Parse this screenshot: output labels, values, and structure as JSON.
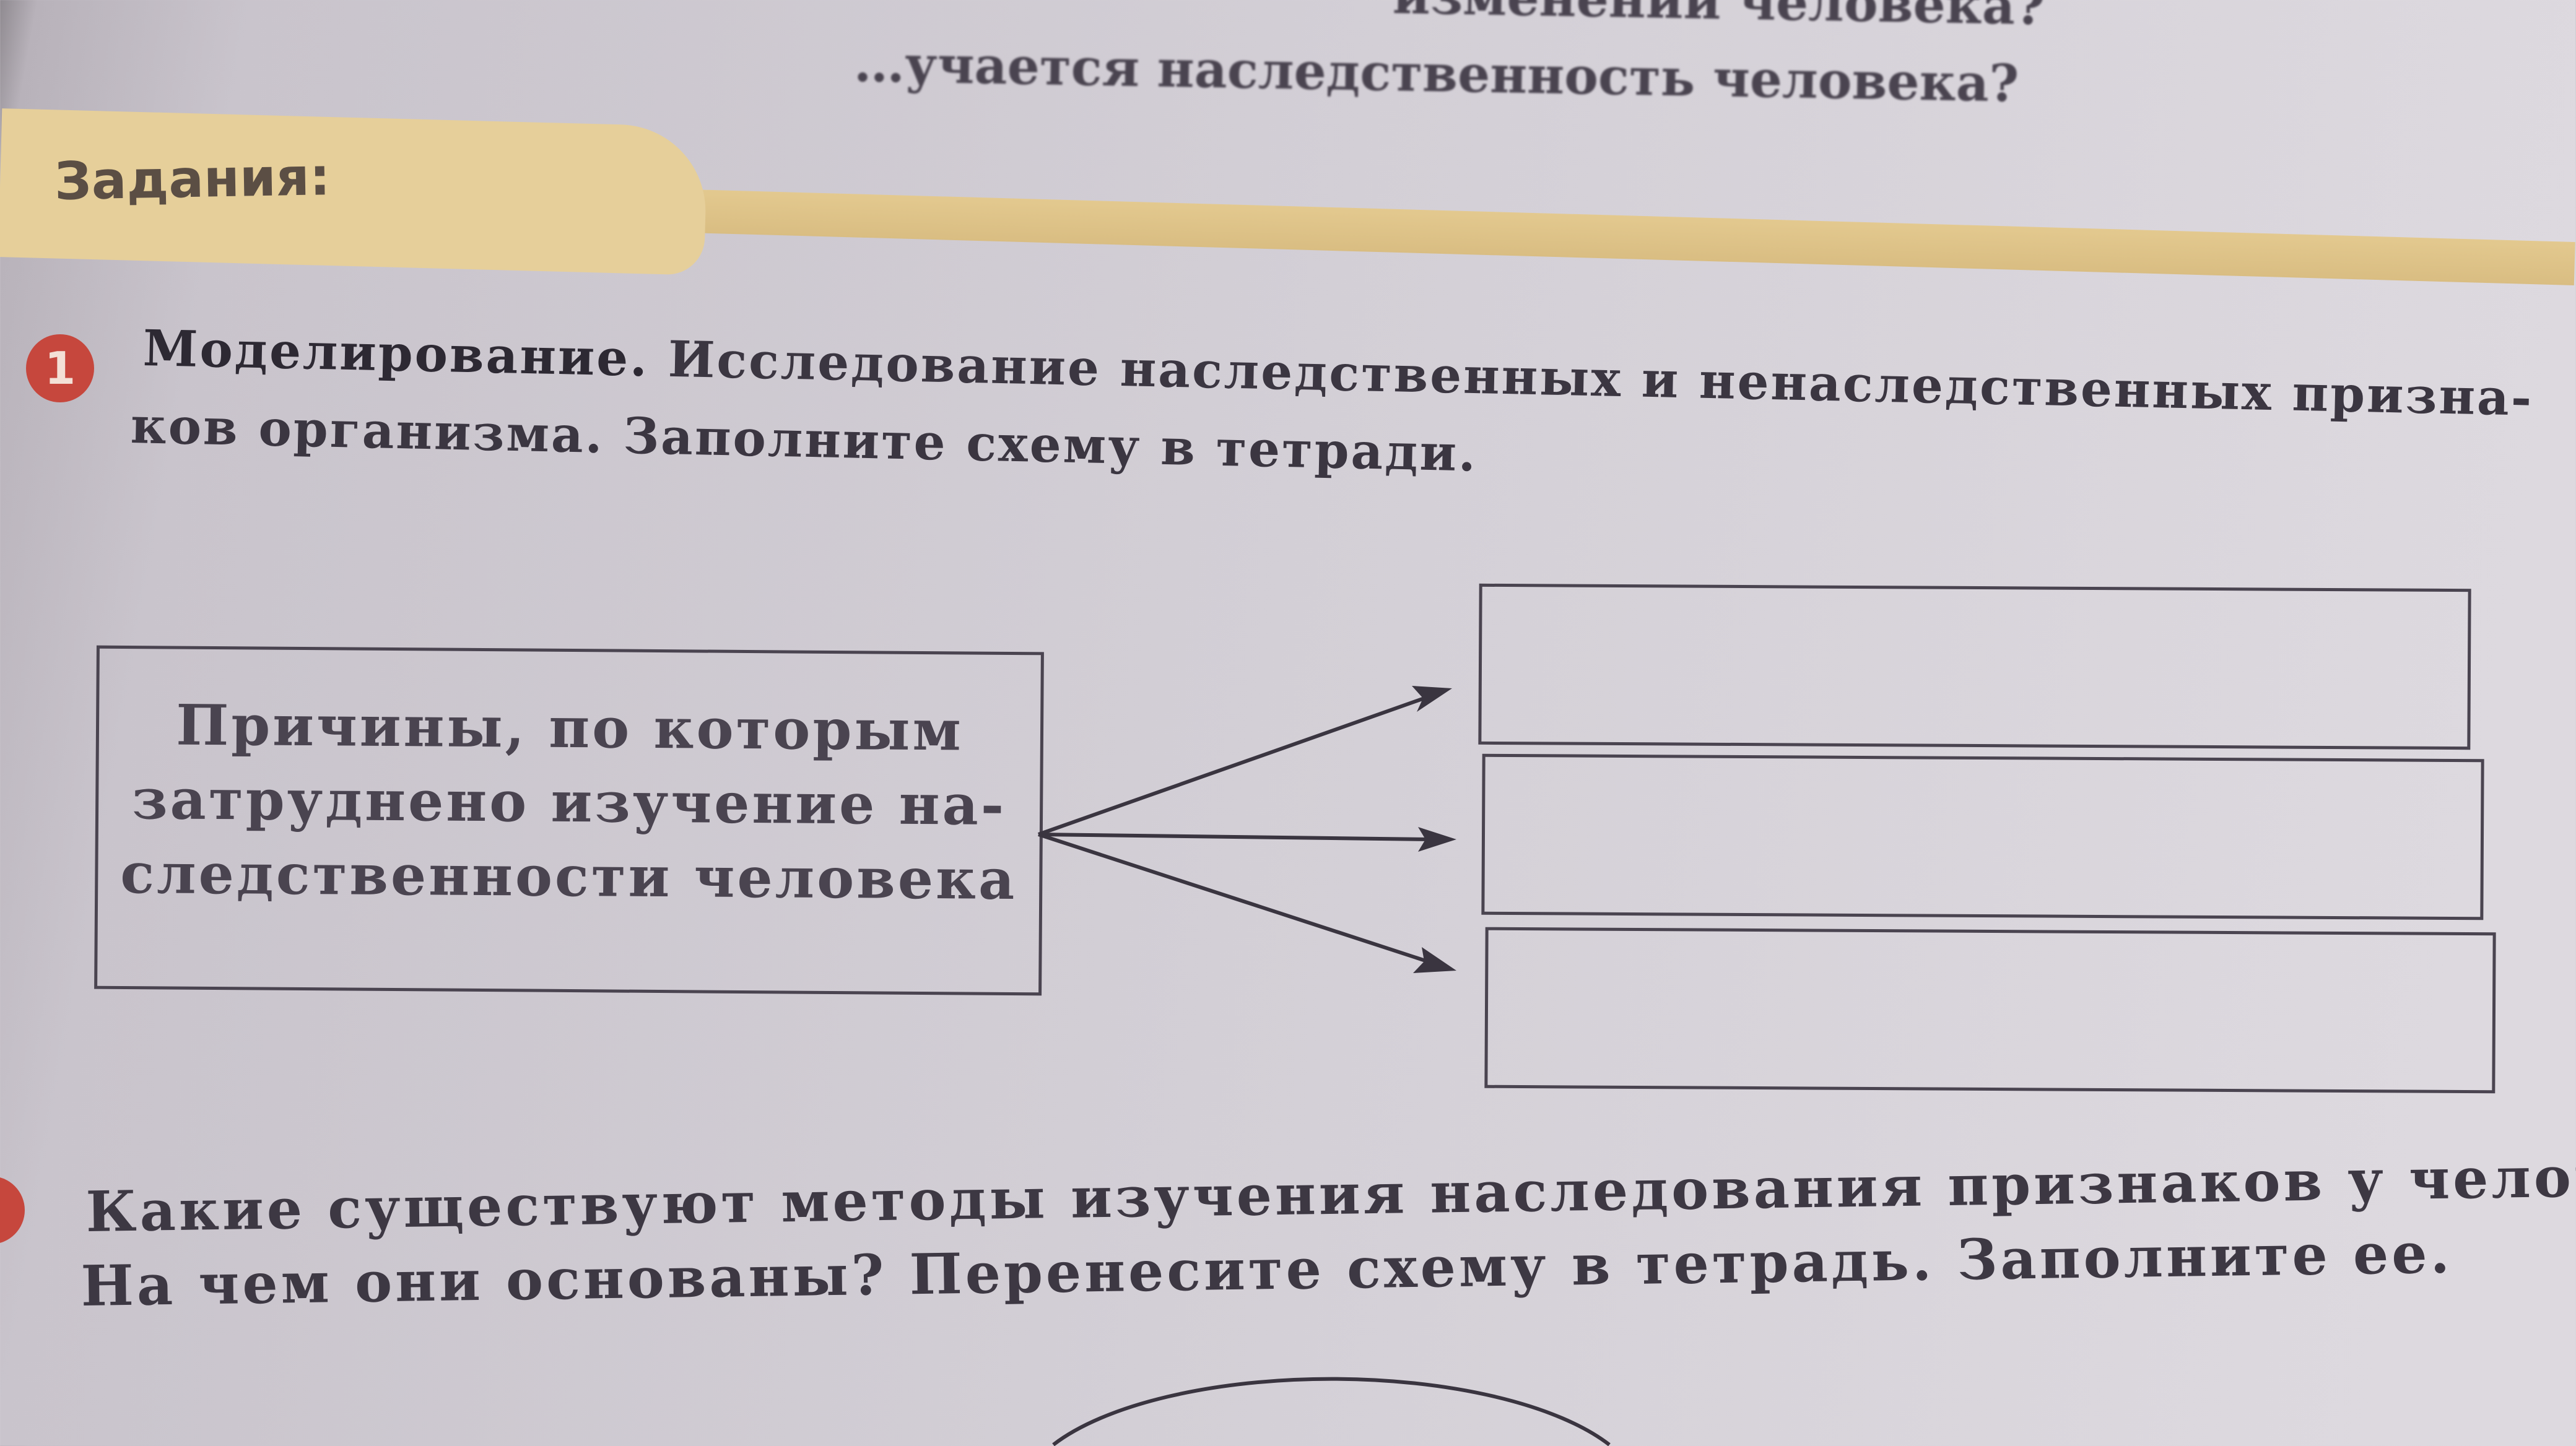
{
  "previous_questions": {
    "line_a": "изменений человека?",
    "line_b": "…учается наследственность человека?"
  },
  "tasks_header": "Задания:",
  "task1": {
    "number": "1",
    "title": "Моделирование.",
    "line1_rest": "Исследование наследственных и ненаследственных призна-",
    "line2": "ков организма. Заполните схему в тетради."
  },
  "diagram": {
    "source_lines": [
      "Причины, по которым",
      "затруднено изучение на-",
      "следственности человека"
    ],
    "target_boxes": [
      "",
      "",
      ""
    ]
  },
  "task2": {
    "line1": "Какие существуют методы изучения наследования признаков у человека?",
    "line2": "На чем они основаны? Перенесите схему в тетрадь. Заполните ее."
  }
}
